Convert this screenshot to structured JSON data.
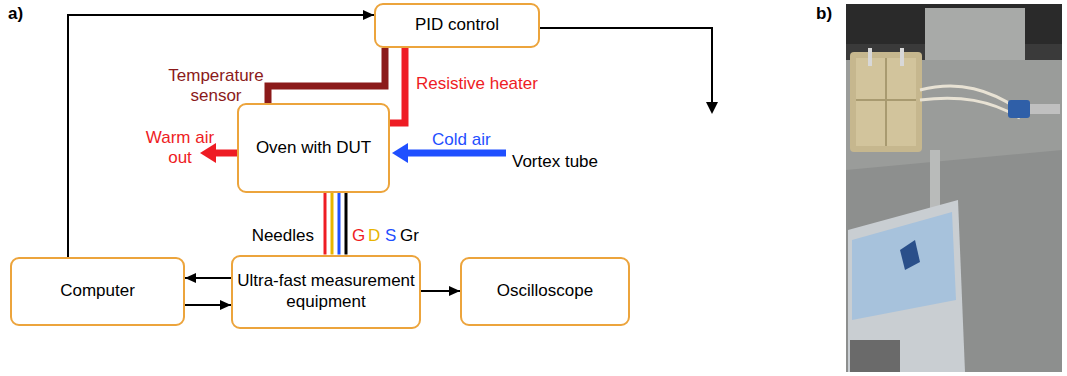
{
  "diagram": {
    "nodes": [
      {
        "text": [
          "PID control"
        ]
      },
      {
        "text": [
          "Oven with DUT"
        ]
      },
      {
        "text": [
          "Computer"
        ]
      },
      {
        "text": [
          "Ultra-fast measurement equipment"
        ]
      },
      {
        "text": [
          "Oscilloscope"
        ]
      }
    ],
    "edges": [
      {
        "from": 1,
        "to": 0,
        "label": "Temperature sensor",
        "arrow": "none"
      },
      {
        "from": 0,
        "to": 1,
        "label": "Resistive heater",
        "arrow": "none"
      },
      {
        "from": 2,
        "to": 0,
        "arrow": "to"
      },
      {
        "from": 3,
        "to": 2,
        "arrow": "to"
      },
      {
        "from": 2,
        "to": 3,
        "arrow": "to"
      },
      {
        "from": 3,
        "to": 4,
        "arrow": "to"
      },
      {
        "from": 3,
        "to": 1,
        "arrow": "none"
      },
      {
        "from": 3,
        "to": 1,
        "arrow": "none"
      },
      {
        "from": 3,
        "to": 1,
        "arrow": "none"
      },
      {
        "from": 3,
        "to": 1,
        "arrow": "none"
      }
    ],
    "labels": [
      "a)",
      "b)",
      "Warm air out",
      "Cold air",
      "Vortex tube",
      "Needles",
      "G",
      "D",
      "S",
      "Gr"
    ]
  }
}
